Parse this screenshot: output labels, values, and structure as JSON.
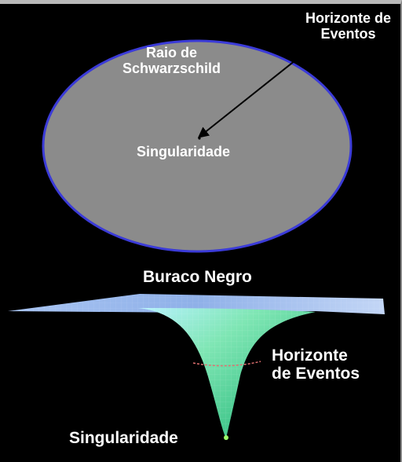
{
  "labels": {
    "event_horizon_top_line1": "Horizonte de",
    "event_horizon_top_line2": "Eventos",
    "schwarzschild_radius_line1": "Raio de",
    "schwarzschild_radius_line2": "Schwarzschild",
    "singularity_top": "Singularidade",
    "black_hole_title": "Buraco Negro",
    "event_horizon_funnel_line1": "Horizonte",
    "event_horizon_funnel_line2": "de Eventos",
    "singularity_bottom": "Singularidade"
  },
  "colors": {
    "background": "#000000",
    "disk_fill": "#8b8b8b",
    "horizon_edge": "#3b3bd8",
    "plane": "#9ab6e8",
    "funnel": "#7fe6b4",
    "text": "#ffffff"
  }
}
